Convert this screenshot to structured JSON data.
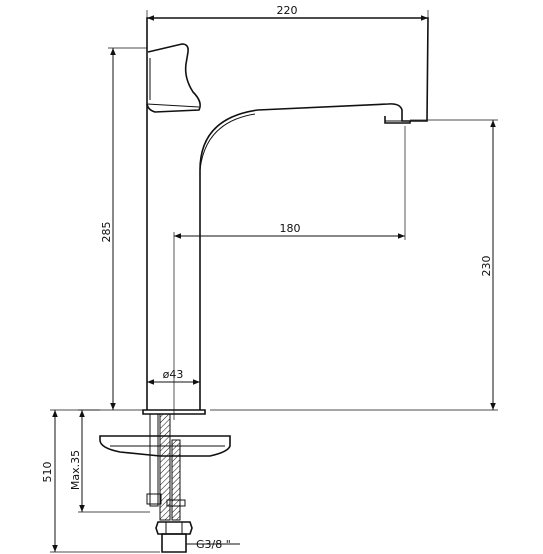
{
  "drawing": {
    "dimensions": {
      "overall_width": "220",
      "spout_reach": "180",
      "body_height": "285",
      "outlet_height": "230",
      "base_diameter": "ø43",
      "total_height": "510",
      "max_thickness": "Max.35",
      "thread": "G3/8 \""
    }
  }
}
